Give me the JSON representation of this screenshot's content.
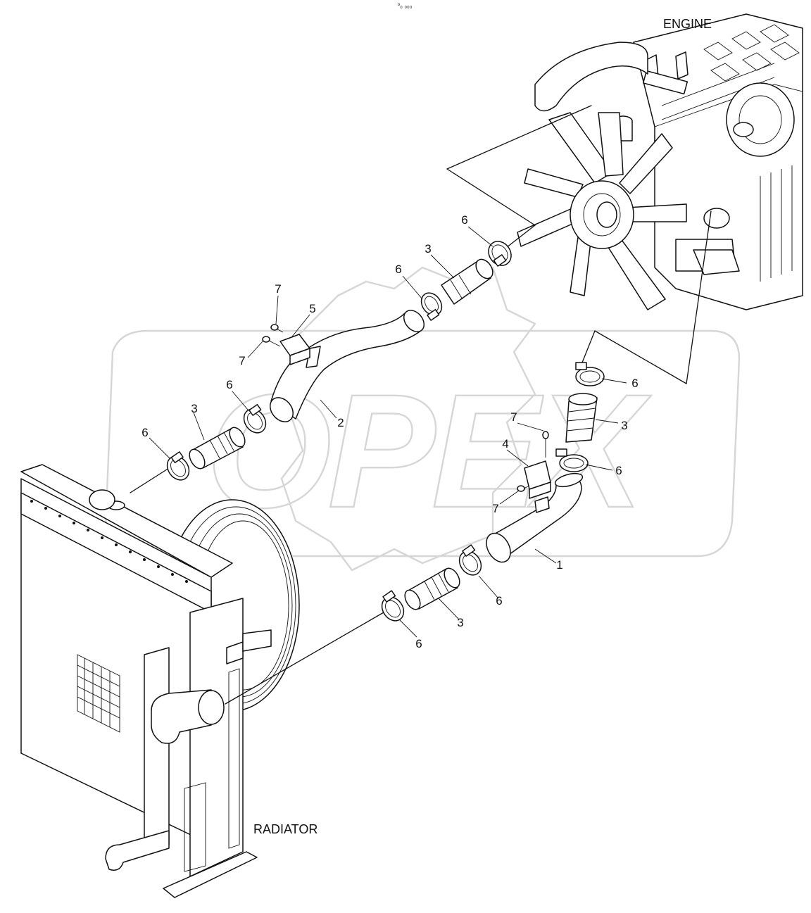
{
  "header_mark": "⁰₀ ₀₀₀",
  "watermark_text": "OPEX",
  "assembly_labels": {
    "engine": "ENGINE",
    "radiator": "RADIATOR"
  },
  "callouts": [
    {
      "id": "c1",
      "text": "6"
    },
    {
      "id": "c2",
      "text": "3"
    },
    {
      "id": "c3",
      "text": "6"
    },
    {
      "id": "c4",
      "text": "7"
    },
    {
      "id": "c5",
      "text": "5"
    },
    {
      "id": "c6",
      "text": "7"
    },
    {
      "id": "c7",
      "text": "6"
    },
    {
      "id": "c8",
      "text": "3"
    },
    {
      "id": "c9",
      "text": "2"
    },
    {
      "id": "c10",
      "text": "6"
    },
    {
      "id": "c11",
      "text": "6"
    },
    {
      "id": "c12",
      "text": "3"
    },
    {
      "id": "c13",
      "text": "7"
    },
    {
      "id": "c14",
      "text": "4"
    },
    {
      "id": "c15",
      "text": "6"
    },
    {
      "id": "c16",
      "text": "7"
    },
    {
      "id": "c17",
      "text": "1"
    },
    {
      "id": "c18",
      "text": "6"
    },
    {
      "id": "c19",
      "text": "3"
    },
    {
      "id": "c20",
      "text": "6"
    }
  ]
}
